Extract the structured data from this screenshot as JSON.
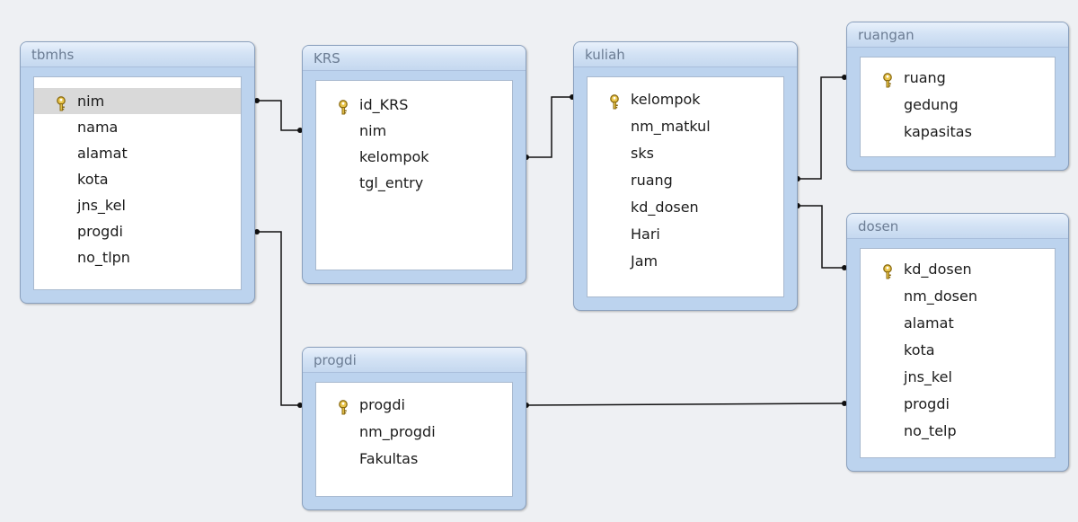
{
  "tables": [
    {
      "id": "tbmhs",
      "title": "tbmhs",
      "fields": [
        {
          "name": "nim",
          "key": true,
          "selected": true
        },
        {
          "name": "nama"
        },
        {
          "name": "alamat"
        },
        {
          "name": "kota"
        },
        {
          "name": "jns_kel"
        },
        {
          "name": "progdi"
        },
        {
          "name": "no_tlpn"
        }
      ]
    },
    {
      "id": "krs",
      "title": "KRS",
      "fields": [
        {
          "name": "id_KRS",
          "key": true
        },
        {
          "name": "nim"
        },
        {
          "name": "kelompok"
        },
        {
          "name": "tgl_entry"
        }
      ]
    },
    {
      "id": "kuliah",
      "title": "kuliah",
      "fields": [
        {
          "name": "kelompok",
          "key": true
        },
        {
          "name": "nm_matkul"
        },
        {
          "name": "sks"
        },
        {
          "name": "ruang"
        },
        {
          "name": "kd_dosen"
        },
        {
          "name": "Hari"
        },
        {
          "name": "Jam"
        }
      ]
    },
    {
      "id": "ruangan",
      "title": "ruangan",
      "fields": [
        {
          "name": "ruang",
          "key": true
        },
        {
          "name": "gedung"
        },
        {
          "name": "kapasitas"
        }
      ]
    },
    {
      "id": "dosen",
      "title": "dosen",
      "fields": [
        {
          "name": "kd_dosen",
          "key": true
        },
        {
          "name": "nm_dosen"
        },
        {
          "name": "alamat"
        },
        {
          "name": "kota"
        },
        {
          "name": "jns_kel"
        },
        {
          "name": "progdi"
        },
        {
          "name": "no_telp"
        }
      ]
    },
    {
      "id": "progdi",
      "title": "progdi",
      "fields": [
        {
          "name": "progdi",
          "key": true
        },
        {
          "name": "nm_progdi"
        },
        {
          "name": "Fakultas"
        }
      ]
    }
  ],
  "relationships": [
    {
      "from": "tbmhs.nim",
      "to": "krs.nim"
    },
    {
      "from": "krs.kelompok",
      "to": "kuliah.kelompok"
    },
    {
      "from": "kuliah.ruang",
      "to": "ruangan.ruang"
    },
    {
      "from": "kuliah.kd_dosen",
      "to": "dosen.kd_dosen"
    },
    {
      "from": "tbmhs.progdi",
      "to": "progdi.progdi"
    },
    {
      "from": "progdi.progdi",
      "to": "dosen.progdi"
    }
  ]
}
